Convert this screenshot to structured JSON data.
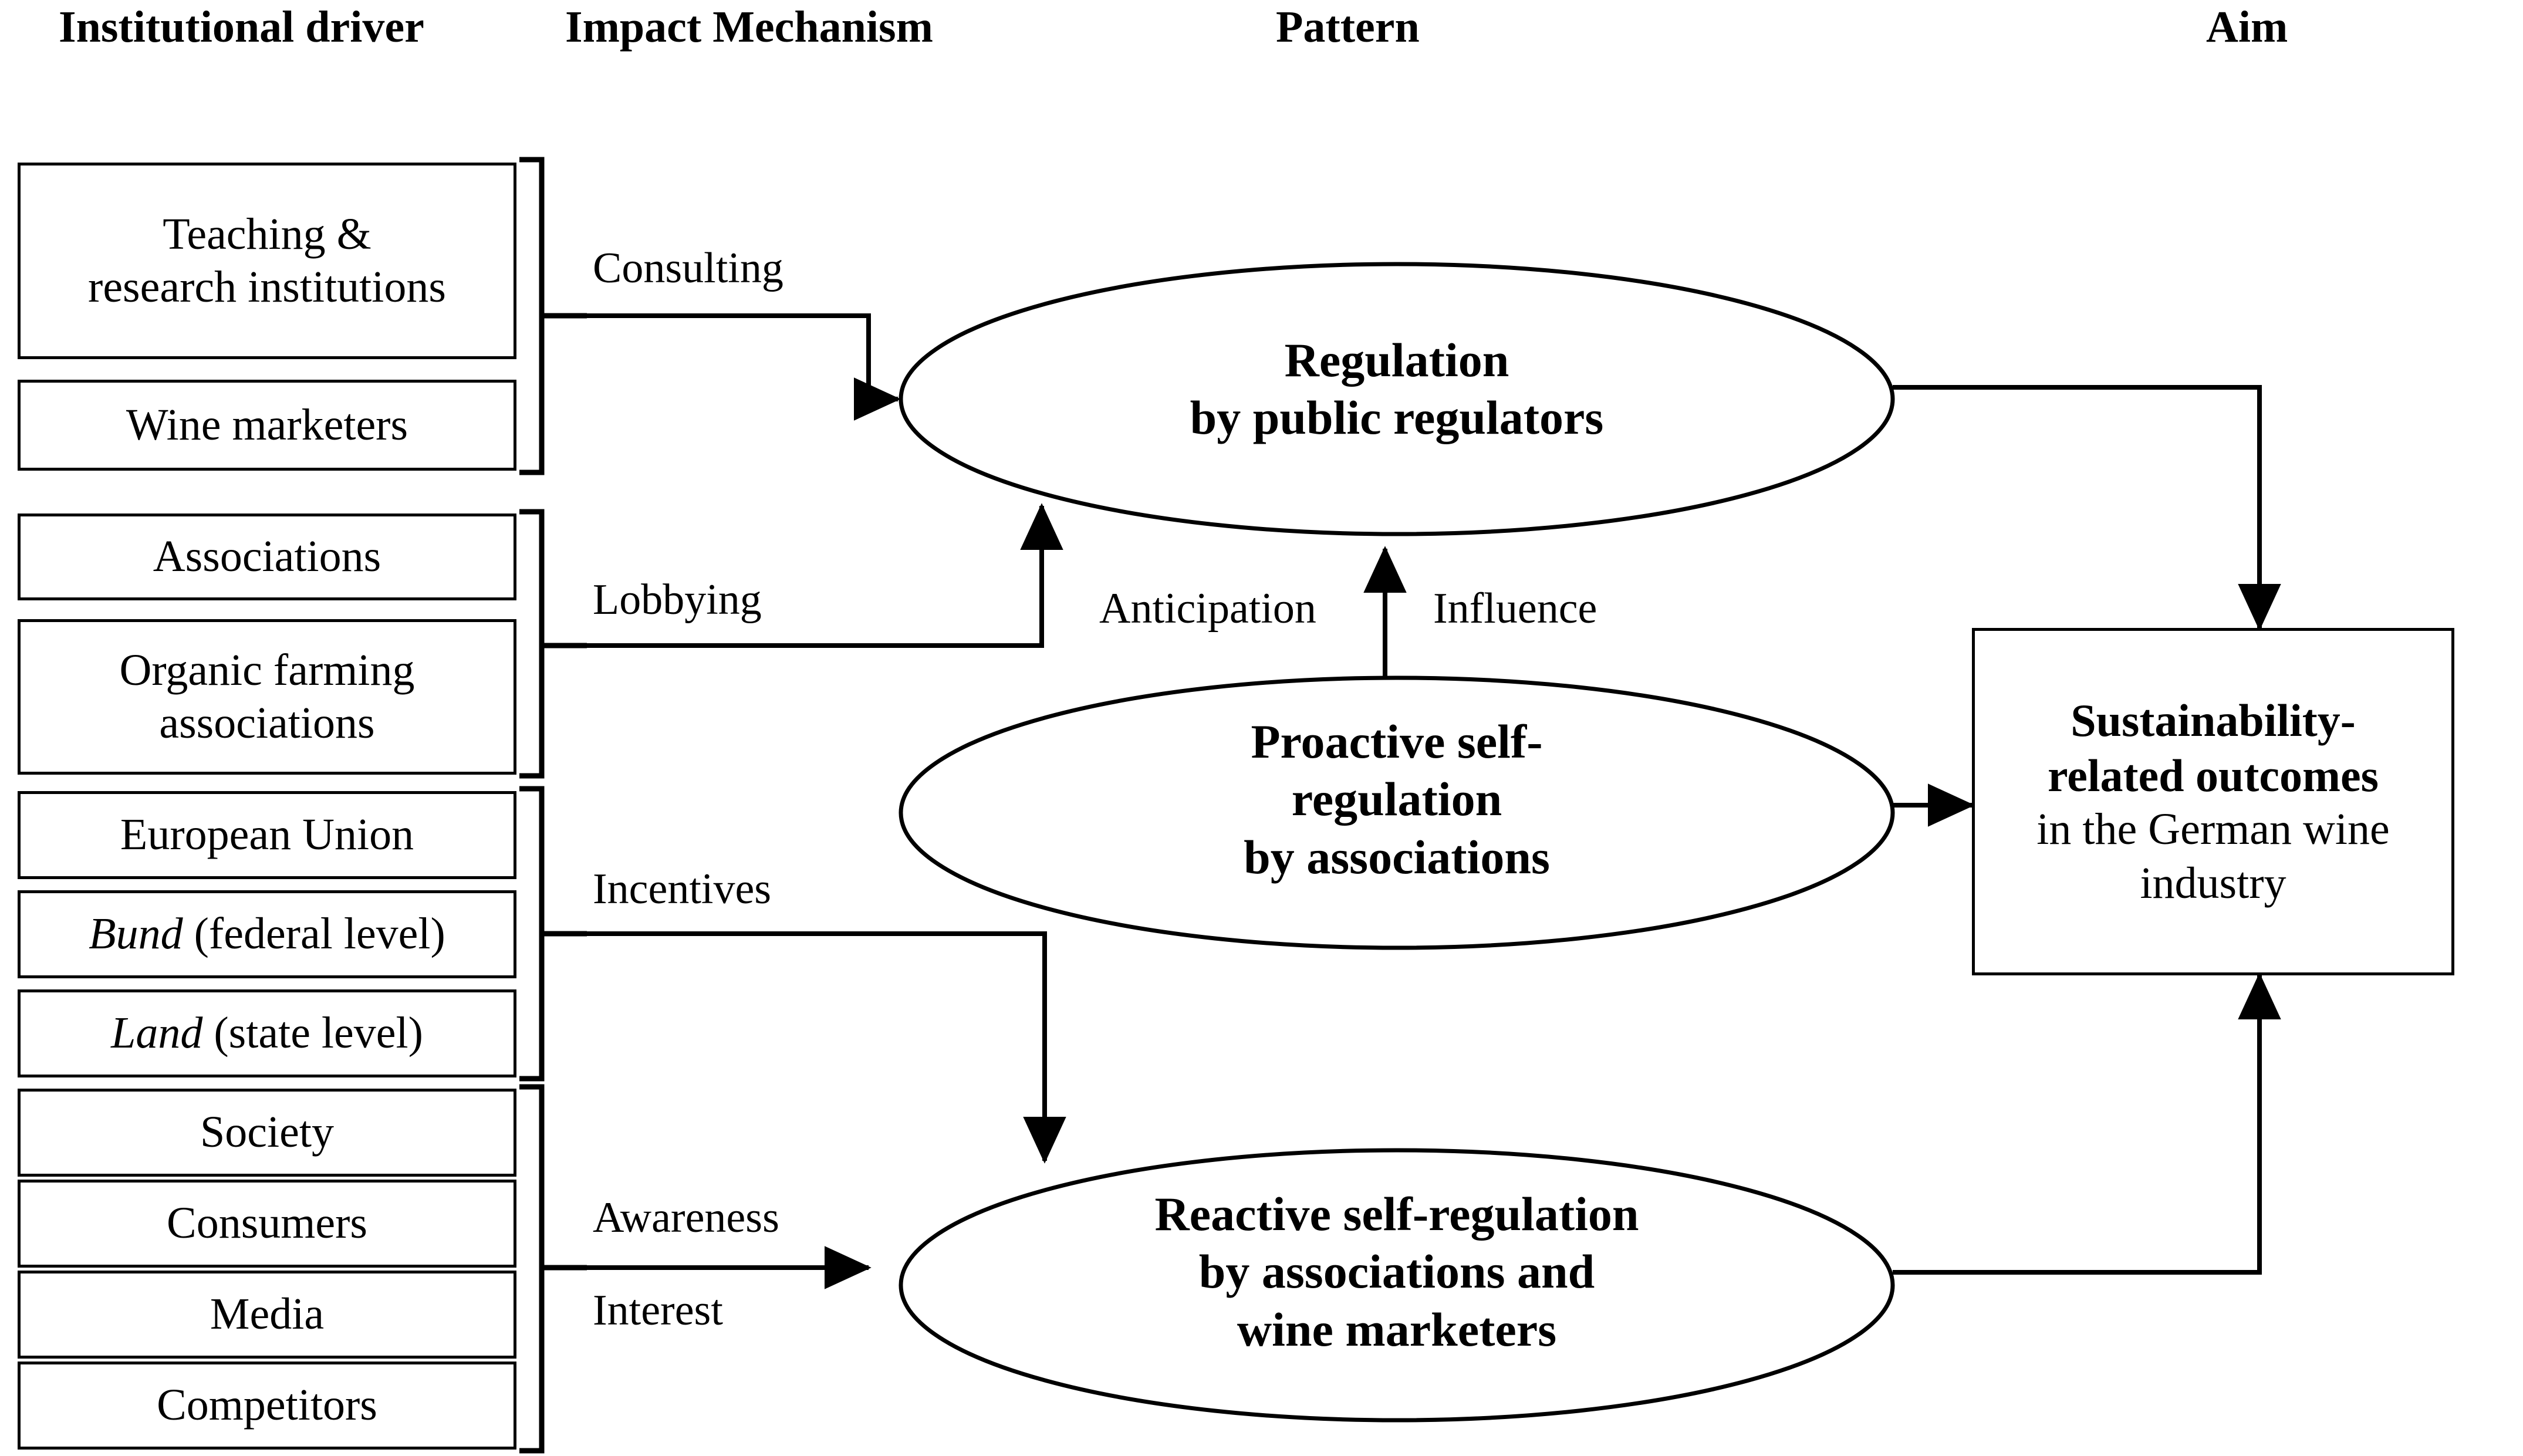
{
  "columns": [
    {
      "label": "Institutional driver"
    },
    {
      "label": "Impact Mechanism"
    },
    {
      "label": "Pattern"
    },
    {
      "label": "Aim"
    }
  ],
  "drivers": [
    {
      "line1": "Teaching &",
      "line2": "research institutions"
    },
    {
      "line1": "Wine marketers",
      "line2": ""
    },
    {
      "line1": "Associations",
      "line2": ""
    },
    {
      "line1": "Organic farming",
      "line2": "associations"
    },
    {
      "line1": "European Union",
      "line2": ""
    },
    {
      "emph": "Bund",
      "rest": " (federal level)"
    },
    {
      "emph": "Land",
      "rest": " (state level)"
    },
    {
      "line1": "Society",
      "line2": ""
    },
    {
      "line1": "Consumers",
      "line2": ""
    },
    {
      "line1": "Media",
      "line2": ""
    },
    {
      "line1": "Competitors",
      "line2": ""
    }
  ],
  "mechanisms": [
    {
      "label": "Consulting"
    },
    {
      "label": "Lobbying"
    },
    {
      "label": "Incentives"
    },
    {
      "label": "Awareness"
    },
    {
      "label": "Interest"
    }
  ],
  "inter_pattern_labels": [
    {
      "label": "Anticipation"
    },
    {
      "label": "Influence"
    }
  ],
  "patterns": [
    {
      "lines": [
        "Regulation",
        "by public regulators"
      ]
    },
    {
      "lines": [
        "Proactive self-",
        "regulation",
        "by associations"
      ]
    },
    {
      "lines": [
        "Reactive self-regulation",
        "by associations and",
        "wine marketers"
      ]
    }
  ],
  "aim": {
    "strong_lines": [
      "Sustainability-",
      "related outcomes"
    ],
    "plain_lines": [
      "in the German wine",
      "industry"
    ]
  },
  "style": {
    "stroke": "#000000",
    "background": "#ffffff"
  }
}
